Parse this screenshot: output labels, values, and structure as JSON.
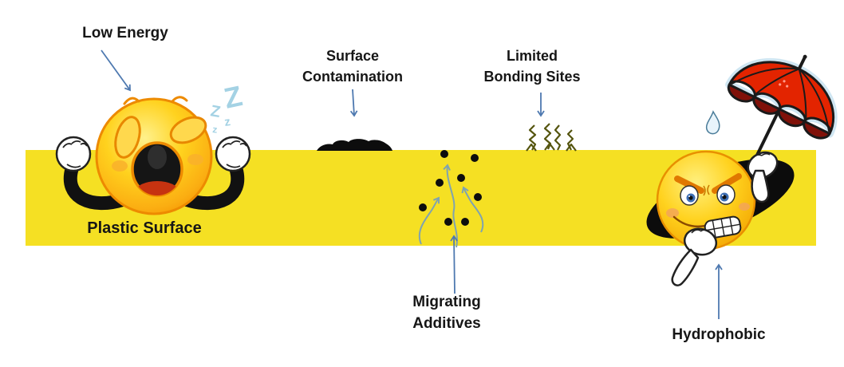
{
  "diagram": {
    "labels": {
      "low_energy": "Low Energy",
      "plastic_surface": "Plastic Surface",
      "surface_contamination": "Surface\nContamination",
      "limited_bonding_sites": "Limited\nBonding Sites",
      "migrating_additives": "Migrating\nAdditives",
      "hydrophobic": "Hydrophobic"
    },
    "sleep_zs": [
      "Z",
      "Z",
      "z",
      "z"
    ],
    "icons": {
      "sleepy_face": "yawning-low-energy-emoticon",
      "sleep_z": "sleep-z-letters",
      "contamination_blob": "black-dirt-mound",
      "additive_dot": "black-dot",
      "migration_arrow": "wavy-up-arrow",
      "bonding_site": "olive-zigzag-site",
      "umbrella": "red-umbrella",
      "water_drop": "water-droplet",
      "angry_face": "angry-thumbs-down-emoticon"
    },
    "counts": {
      "additive_dots": 8,
      "migration_wavy_arrows": 3,
      "bonding_site_squiggles": 4,
      "thumbs_down_hands": 2
    },
    "colors": {
      "surface_yellow": "#F5E023",
      "label_text": "#161616",
      "annotation_arrow_blue": "#4E79B0",
      "migration_arrow_teal": "#7FA3B0",
      "contamination_black": "#0D0D0D",
      "bonding_site_olive": "#55550F",
      "sleep_z_blue": "#A4D2E4",
      "face_yellow": "#FFD21E",
      "face_outline_orange": "#ED8A00",
      "umbrella_red": "#E32400",
      "umbrella_underside": "#801109",
      "umbrella_glow": "#CFE6F2",
      "tongue_red": "#C63310",
      "eye_iris_blue": "#3D6EB4"
    }
  }
}
